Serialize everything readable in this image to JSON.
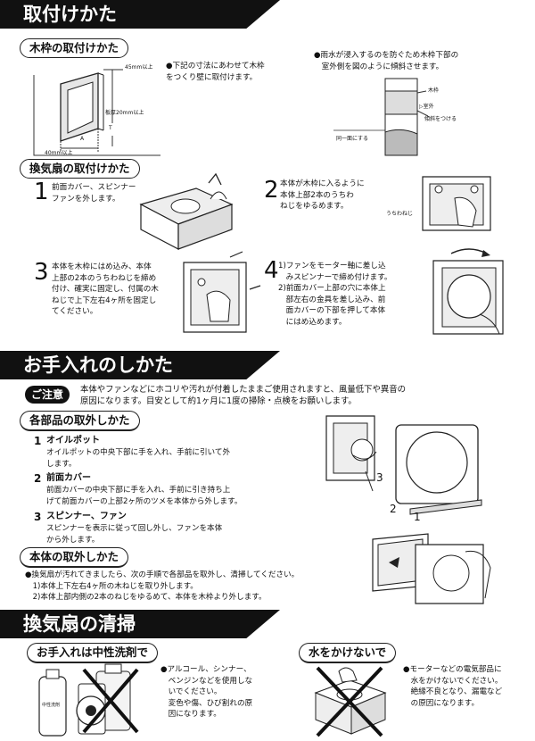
{
  "sections": {
    "install": "取付けかた",
    "care": "お手入れのしかた",
    "clean": "換気扇の清掃"
  },
  "wood_frame": {
    "heading": "木枠の取付けかた",
    "bullet": "●",
    "text": "下記の寸法にあわせて木枠\nをつくり壁に取付けます。",
    "dim_45": "45mm以上",
    "dim_20": "板厚20mm以上",
    "dim_40": "40mm以上",
    "dim_A": "A",
    "dim_T": "T",
    "rain_text": "●雨水が浸入するのを防ぐため木枠下部の\n　室外側を図のように傾斜させます。",
    "label_wood": "木枠",
    "label_outside": "▷室外",
    "label_slope": "傾斜をつける",
    "label_flush": "同一面にする"
  },
  "fan_install": {
    "heading": "換気扇の取付けかた",
    "steps": [
      {
        "num": "1",
        "text": "前面カバー、スピンナー\nファンを外します。"
      },
      {
        "num": "2",
        "text": "本体が木枠に入るように\n本体上部2本のうちわ\nねじをゆるめます。"
      },
      {
        "num": "3",
        "text": "本体を木枠にはめ込み、本体\n上部の2本のうちわねじを締め\n付け、確実に固定し、付属の木\nねじで上下左右4ヶ所を固定し\nてください。"
      },
      {
        "num": "4",
        "text": "1)ファンをモーター軸に差し込\n　みスピンナーで締め付けます。\n2)前面カバー上部の穴に本体上\n　部左右の金具を差し込み、前\n　面カバーの下部を押して本体\n　にはめ込めます。"
      }
    ],
    "label_uchiwa": "うちわねじ"
  },
  "care": {
    "caution_label": "ご注意",
    "caution_text": "本体やファンなどにホコリや汚れが付着したままご使用されますと、風量低下や異音の\n原因になります。目安として約1ヶ月に1度の掃除・点検をお願いします。",
    "parts_heading": "各部品の取外しかた",
    "parts": [
      {
        "num": "1",
        "title": "オイルポット",
        "text": "オイルポットの中央下部に手を入れ、手前に引いて外\nします。"
      },
      {
        "num": "2",
        "title": "前面カバー",
        "text": "前面カバーの中央下部に手を入れ、手前に引き持ち上\nげて前面カバーの上部2ヶ所のツメを本体から外します。"
      },
      {
        "num": "3",
        "title": "スピンナー、ファン",
        "text": "スピンナーを表示に従って回し外し、ファンを本体\nから外します。"
      }
    ],
    "fig_labels": [
      "3",
      "2",
      "1"
    ],
    "body_heading": "本体の取外しかた",
    "body_text": "●換気扇が汚れてきましたら、次の手順で各部品を取外し、清掃してください。\n　1)本体上下左右4ヶ所の木ねじを取り外します。\n　2)本体上部内側の2本のねじをゆるめて、本体を木枠より外します。"
  },
  "clean": {
    "neutral_heading": "お手入れは中性洗剤で",
    "neutral_text": "●アルコール、シンナー、\n　ベンジンなどを使用しな\n　いでください。\n　変色や傷、ひび割れの原\n　因になります。",
    "bottle_label": "中性洗剤",
    "water_heading": "水をかけないで",
    "water_text": "●モーターなどの電気部品に\n　水をかけないでください。\n　絶縁不良となり、漏電など\n　の原因になります。"
  }
}
